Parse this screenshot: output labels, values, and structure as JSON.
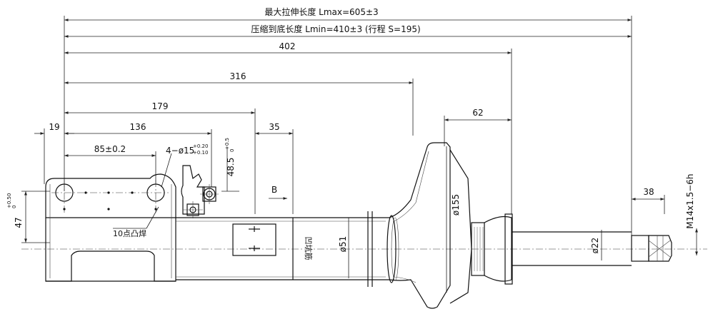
{
  "dimensions": {
    "lmax": "最大拉伸长度 Lmax=605±3",
    "lmin": "压缩到底长度 Lmin=410±3 (行程 S=195)",
    "d402": "402",
    "d316": "316",
    "d179": "179",
    "d136": "136",
    "d19": "19",
    "d35": "35",
    "d62": "62",
    "d85": "85±0.2",
    "holes": "4−ø15",
    "holes_tol_upper": "+0.20",
    "holes_tol_lower": "+0.10",
    "d48_5": "48.5",
    "d48_5_tol_upper": "+0.5",
    "d48_5_tol_lower": "0",
    "d47": "47",
    "d47_tol_upper": "+0.50",
    "d47_tol_lower": "0",
    "d155": "ø155",
    "d51": "ø51",
    "d22": "ø22",
    "d38": "38",
    "thread": "M14x1.5−6h"
  },
  "labels": {
    "view_b": "B",
    "weld_note": "10点凸焊",
    "tube_mark": "凹坑筋"
  }
}
